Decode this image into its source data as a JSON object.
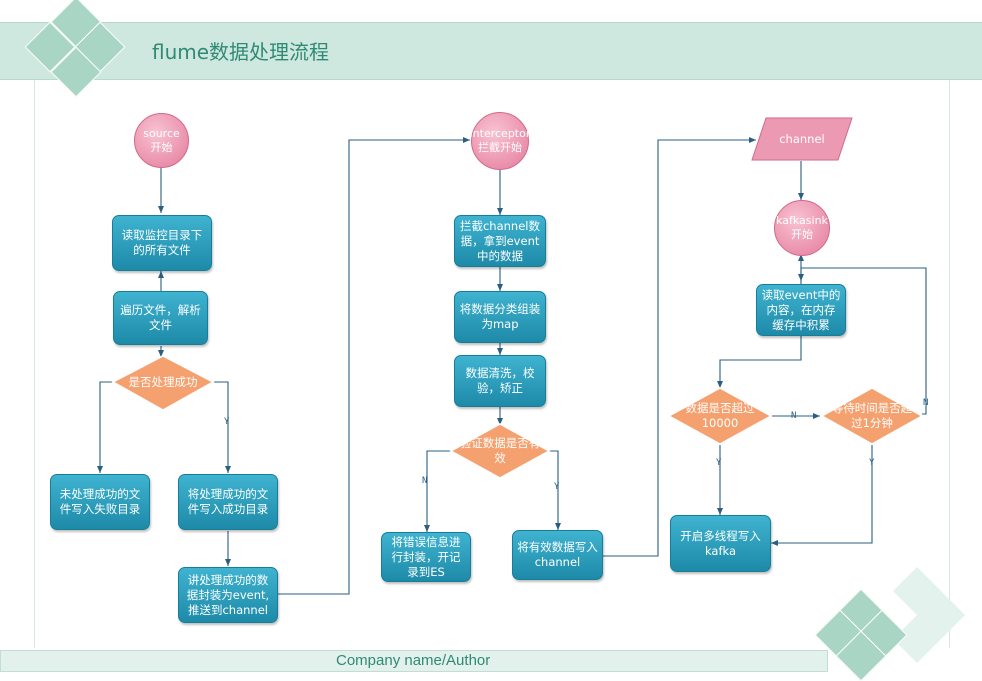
{
  "title": "flume数据处理流程",
  "footer": "Company name/Author",
  "nodes": {
    "source_start": "source开始",
    "read_dir": "读取监控目录下的所有文件",
    "traverse": "遍历文件，解析文件",
    "success_q": "是否处理成功",
    "fail_file": "未处理成功的文件写入失败目录",
    "success_file": "将处理成功的文件写入成功目录",
    "encap_event": "讲处理成功的数据封装为event,推送到channel",
    "interceptor_start": "interceptor拦截开始",
    "intercept_channel": "拦截channel数据，拿到event中的数据",
    "classify_map": "将数据分类组装为map",
    "clean": "数据清洗，校验，矫正",
    "valid_q": "验证数据是否有效",
    "error_es": "将错误信息进行封装，开记录到ES",
    "valid_channel": "将有效数据写入channel",
    "channel": "channel",
    "kafkasink_start": "kafkasink开始",
    "read_event": "读取event中的内容，在内存缓存中积累",
    "count_q": "数据是否超过10000",
    "time_q": "等待时间是否超过1分钟",
    "kafka_write": "开启多线程写入kafka"
  },
  "edge_labels": {
    "yes": "Y",
    "no": "N"
  },
  "colors": {
    "process": "#2a9fbf",
    "start": "#ec9ab4",
    "decision": "#f49a62",
    "header": "#cfe8df",
    "title": "#2f8a74",
    "connector": "#2a5f80"
  }
}
